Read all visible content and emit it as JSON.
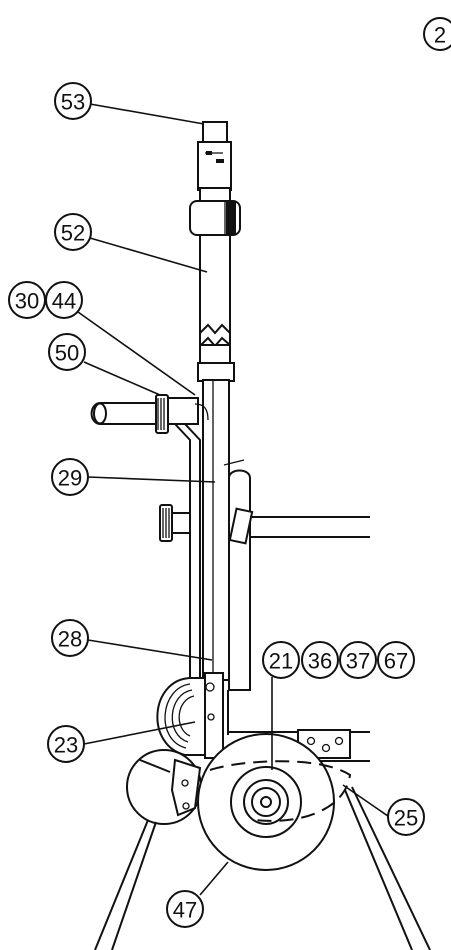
{
  "callouts": {
    "c2": "2",
    "c53": "53",
    "c52": "52",
    "c30": "30",
    "c44": "44",
    "c50": "50",
    "c29": "29",
    "c28": "28",
    "c21": "21",
    "c36": "36",
    "c37": "37",
    "c67": "67",
    "c23": "23",
    "c25": "25",
    "c47": "47"
  }
}
